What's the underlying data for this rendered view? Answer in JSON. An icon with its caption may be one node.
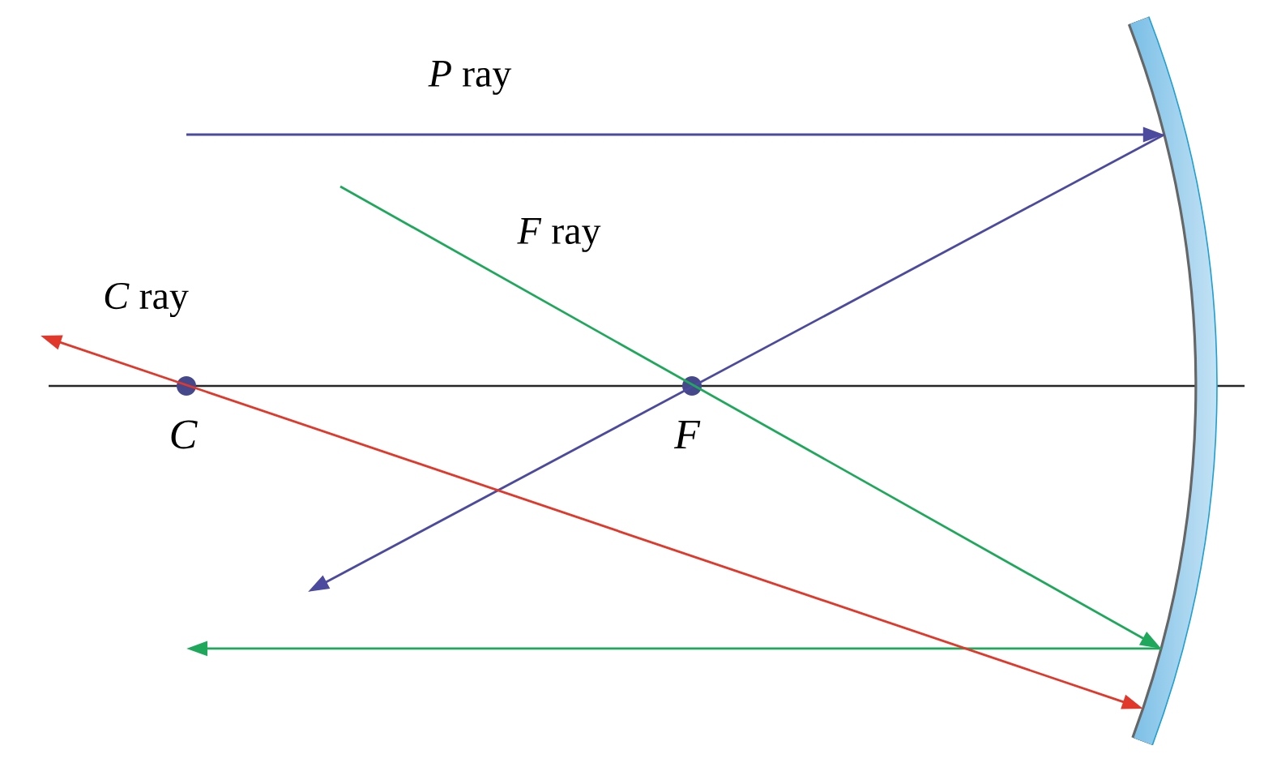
{
  "diagram": {
    "nodes": [
      {
        "text": [],
        "shape": "circle",
        "beside": [
          "C"
        ]
      },
      {
        "text": [],
        "shape": "circle",
        "beside": [
          "F"
        ]
      },
      {
        "text": [],
        "shape": "bar"
      }
    ],
    "edges": [
      {
        "from": null,
        "to": 2,
        "arrow": "to",
        "label": "*P* ray",
        "color": "#4b4a9e"
      },
      {
        "from": 2,
        "to": null,
        "arrow": "to",
        "color": "#4b4a9e"
      },
      {
        "from": null,
        "to": 2,
        "arrow": "to",
        "label": "*F* ray",
        "color": "#1fa85c"
      },
      {
        "from": 2,
        "to": null,
        "arrow": "to",
        "color": "#1fa85c"
      },
      {
        "from": null,
        "to": 2,
        "arrow": "both",
        "label": "*C* ray",
        "color": "#e0382b"
      }
    ]
  }
}
